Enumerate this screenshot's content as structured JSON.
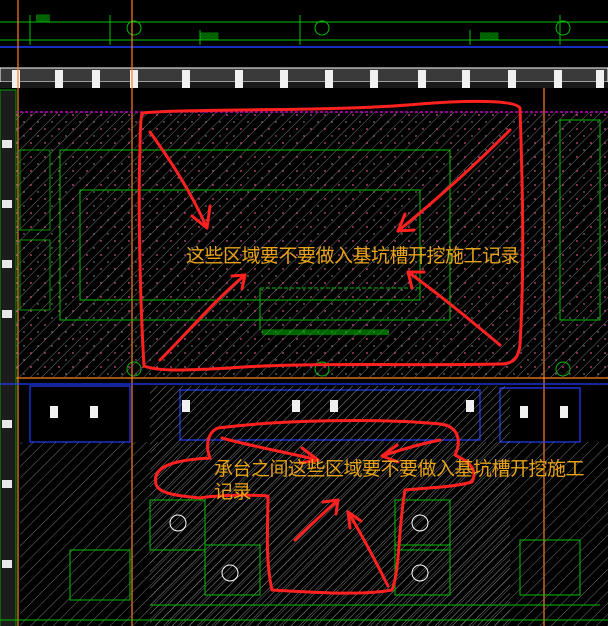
{
  "annotations": {
    "note_upper": "这些区域要不要做入基坑槽开挖施工记录",
    "note_lower": "承台之间这些区域要不要做入基坑槽开挖施工记录"
  },
  "colors": {
    "background": "#000000",
    "markup_red": "#ff2020",
    "note_text": "#e8a317",
    "cad_green": "#00c000",
    "cad_blue": "#1e3cff",
    "cad_orange": "#ff7f27",
    "cad_magenta": "#c000c0",
    "hatch": "#7a7a7a"
  },
  "icons": [
    "grid-axis-bubble",
    "arrow-markup"
  ]
}
